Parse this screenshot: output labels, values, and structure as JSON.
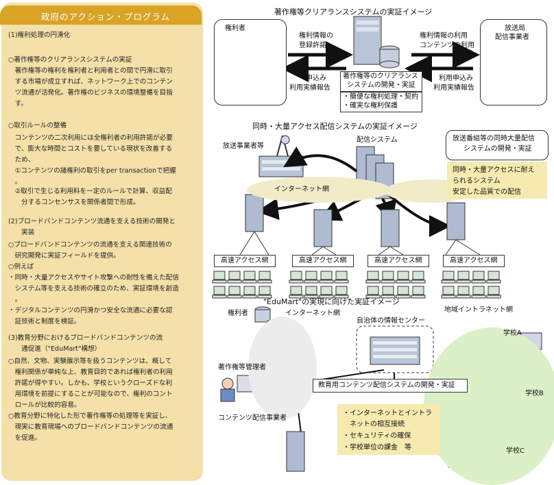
{
  "left": {
    "title": "政府のアクション・プログラム",
    "lines": [
      "(1)権利処理の円滑化",
      "○著作権等のクリアランスシステムの実証",
      "　著作権等の権利を権利者と利用者との間で円滑に取引",
      "　する市場が成立すれば、ネットワーク上でのコンテン",
      "　ツ流通が活発化。著作権のビジネスの環境整備を目指",
      "　す。",
      "○取引ルールの整備",
      "　コンテンツの二次利用には全権利者の利用許諾が必要",
      "　で、膨大な時間とコストを要している現状を改善する",
      "　ため、",
      "　①コンテンツの諸権利の取引をper transactionで把握",
      "　。",
      "　②取引で生じる利用料を一定のルールで計算、収益配",
      "　　分するコンセンサスを関係者間で形成。",
      "(2)ブロードバンドコンテンツ流通を支える技術の開発と",
      "　　実装",
      "○ブロードバンドコンテンツの流通を支える関連技術の",
      "　研究開発に実証フィールドを提供。",
      "○例えば",
      "・同時・大量アクセスやサイト攻撃への耐性を備えた配信",
      "　システム等を支える技術の確立のため、実証環境を創造",
      "　。",
      "・デジタルコンテンツの円滑かつ安全な流通に必要な認",
      "　証技術と制度を検証。",
      "(3)教育分野におけるブロードバンドコンテンツの流",
      "　　通促進（\"EduMart\"構想）",
      "○自然、文物、実験展示等を扱うコンテンツは、概して",
      "　権利関係が単純な上、教育目的であれば権利者の利用",
      "　許諾が得やすい。しかも、学校というクローズドな利",
      "　用環境を前提にすることが可能なので、権利のコント",
      "　ロールが比較的容易。",
      "○教育分野に特化した形で著作権等の処理等を実証し、",
      "　現実に教育現場へのブロードバンドコンテンツの流通",
      "　を促進。"
    ]
  },
  "sec1": {
    "title": "著作権等クリアランスシステムの実証イメージ",
    "rightholder": "権利者",
    "reg1": "権利情報の",
    "reg2": "登録許諾",
    "app1": "申込み",
    "app2": "利用実績報告",
    "sys1": "著作権等のクリアランス",
    "sys2": "システムの開発・実証",
    "bullet1": "・簡便な権利処理・契約",
    "bullet2": "・確実な権利保護",
    "use1": "権利情報の利用",
    "use2": "コンテンツの利用",
    "use3": "利用申込み",
    "use4": "利用実績報告",
    "broad1": "放送局",
    "broad2": "配信事業者"
  },
  "sec2": {
    "title": "同時・大量アクセス配信システムの実証イメージ",
    "broadcaster": "放送事業者等",
    "dist": "配信システム",
    "internet": "インターネット網",
    "box1": "放送番組等の同時大量配信",
    "box2": "システムの開発・実証",
    "y1": "同時・大量アクセスに耐え",
    "y2": "られるシステム",
    "y3": "安定した品質での配信",
    "hs": [
      "高速アクセス網",
      "高速アクセス網",
      "高速アクセス網",
      "高速アクセス網"
    ]
  },
  "sec3": {
    "title": "\"EduMart\"の実現に向けた実証イメージ",
    "rightholder": "権利者",
    "internet": "インターネット網",
    "center": "自治体の情報センター",
    "intranet": "地域イントラネット網",
    "manager": "著作権等管理者",
    "main": "教育用コンテンツ配信システムの開発・実証",
    "provider": "コンテンツ配信事業者",
    "y1": "・インターネットとイントラ",
    "y2": "　ネットの相互接続",
    "y3": "・セキュリティの確保",
    "y4": "・学校単位の課金　等",
    "schoolA": "学校A",
    "schoolB": "学校B",
    "schoolC": "学校C"
  }
}
